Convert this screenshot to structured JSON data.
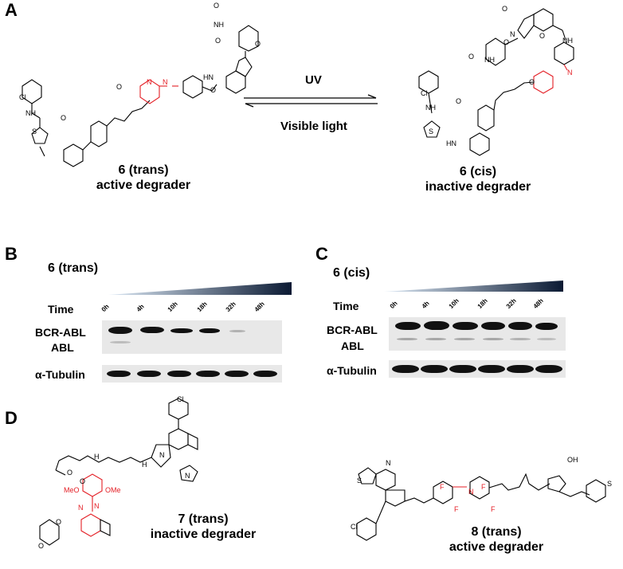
{
  "panels": {
    "a": "A",
    "b": "B",
    "c": "C",
    "d": "D"
  },
  "scheme_a": {
    "forward_label": "UV",
    "reverse_label": "Visible light",
    "trans": {
      "line1": "6 (trans)",
      "line2": "active degrader"
    },
    "cis": {
      "line1": "6 (cis)",
      "line2": "inactive degrader"
    }
  },
  "blot_b": {
    "title": "6 (trans)",
    "time_label": "Time",
    "timepoints": [
      "0h",
      "4h",
      "10h",
      "18h",
      "32h",
      "48h"
    ],
    "rows": [
      "BCR-ABL",
      "ABL",
      "α-Tubulin"
    ]
  },
  "blot_c": {
    "title": "6 (cis)",
    "time_label": "Time",
    "timepoints": [
      "0h",
      "4h",
      "10h",
      "18h",
      "32h",
      "48h"
    ],
    "rows": [
      "BCR-ABL",
      "ABL",
      "α-Tubulin"
    ]
  },
  "panel_d": {
    "c7": {
      "line1": "7 (trans)",
      "line2": "inactive degrader"
    },
    "c8": {
      "line1": "8 (trans)",
      "line2": "active degrader"
    }
  },
  "atoms": {
    "O": "O",
    "N": "N",
    "NH": "NH",
    "HN": "HN",
    "S": "S",
    "F": "F",
    "Cl": "Cl",
    "OH": "OH",
    "MeO": "MeO",
    "OMe": "OMe",
    "H": "H"
  },
  "colors": {
    "azo_highlight": "#e41e25",
    "band": "#111111",
    "blot_background": "#e8e8e8",
    "gradient_dark": "#0b1a33",
    "gradient_light": "#dbe8f5"
  }
}
